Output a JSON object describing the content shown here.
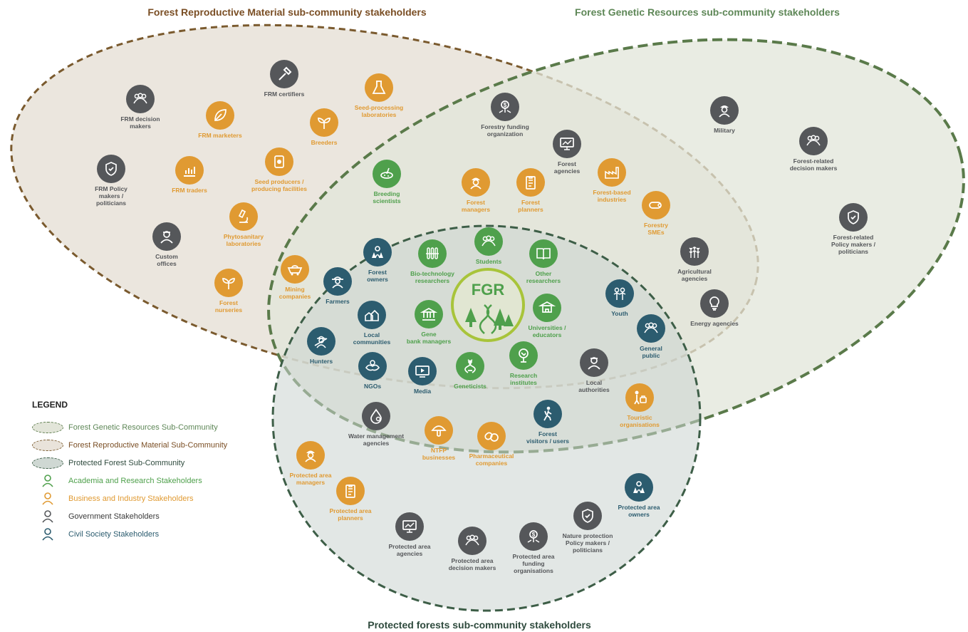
{
  "titles": {
    "frm": "Forest Reproductive Material sub-community stakeholders",
    "fgr": "Forest Genetic Resources sub-community stakeholders",
    "pf": "Protected forests sub-community stakeholders"
  },
  "center_label": "FGR",
  "colors": {
    "academia": "#4fa04c",
    "business": "#e09a32",
    "government": "#55575a",
    "civil": "#2c5c6f",
    "frm_border": "#7a5a2e",
    "fgr_border": "#5a7a4a",
    "pf_border": "#3d5e47",
    "frm_fill": "#e9e3da",
    "fgr_fill": "#e6e8df",
    "pf_fill": "#dfe5e3"
  },
  "legend": {
    "heading": "LEGEND",
    "fgr_community": "Forest Genetic Resources Sub-Community",
    "frm_community": "Forest Reproductive Material Sub-Community",
    "pf_community": "Protected Forest Sub-Community",
    "academia": "Academia and Research Stakeholders",
    "business": "Business and Industry Stakeholders",
    "government": "Government Stakeholders",
    "civil": "Civil Society Stakeholders"
  },
  "nodes": [
    {
      "id": "frm-certifiers",
      "label": "FRM certifiers",
      "cat": "grey",
      "icon": "hammer-icon"
    },
    {
      "id": "seed-processing",
      "label": "Seed-processing\nlaboratories",
      "cat": "orange",
      "icon": "lab-icon"
    },
    {
      "id": "frm-decision",
      "label": "FRM decision\nmakers",
      "cat": "grey",
      "icon": "people-icon"
    },
    {
      "id": "frm-marketers",
      "label": "FRM marketers",
      "cat": "orange",
      "icon": "leaf-icon"
    },
    {
      "id": "breeders",
      "label": "Breeders",
      "cat": "orange",
      "icon": "sprout-icon"
    },
    {
      "id": "frm-policy",
      "label": "FRM Policy\nmakers /\npoliticians",
      "cat": "grey",
      "icon": "shield-icon"
    },
    {
      "id": "frm-traders",
      "label": "FRM traders",
      "cat": "orange",
      "icon": "chart-icon"
    },
    {
      "id": "seed-producers",
      "label": "Seed producers /\nproducing facilities",
      "cat": "orange",
      "icon": "seed-icon"
    },
    {
      "id": "phytosanitary",
      "label": "Phytosanitary\nlaboratories",
      "cat": "orange",
      "icon": "microscope-icon"
    },
    {
      "id": "custom-offices",
      "label": "Custom\noffices",
      "cat": "grey",
      "icon": "officer-icon"
    },
    {
      "id": "forest-nurseries",
      "label": "Forest\nnurseries",
      "cat": "orange",
      "icon": "sprout-icon"
    },
    {
      "id": "mining",
      "label": "Mining\ncompanies",
      "cat": "orange",
      "icon": "cart-icon"
    },
    {
      "id": "forestry-funding",
      "label": "Forestry funding\norganization",
      "cat": "grey",
      "icon": "money-icon"
    },
    {
      "id": "forest-agencies",
      "label": "Forest\nagencies",
      "cat": "grey",
      "icon": "monitor-icon"
    },
    {
      "id": "military",
      "label": "Military",
      "cat": "grey",
      "icon": "soldier-icon"
    },
    {
      "id": "forest-related-decision",
      "label": "Forest-related\ndecision makers",
      "cat": "grey",
      "icon": "people-icon"
    },
    {
      "id": "forest-related-policy",
      "label": "Forest-related\nPolicy makers /\npoliticians",
      "cat": "grey",
      "icon": "shield-icon"
    },
    {
      "id": "breeding-scientists",
      "label": "Breeding\nscientists",
      "cat": "green",
      "icon": "dish-icon"
    },
    {
      "id": "forest-managers",
      "label": "Forest\nmanagers",
      "cat": "orange",
      "icon": "worker-icon"
    },
    {
      "id": "forest-planners",
      "label": "Forest\nplanners",
      "cat": "orange",
      "icon": "clipboard-icon"
    },
    {
      "id": "forest-based-industries",
      "label": "Forest-based\nindustries",
      "cat": "orange",
      "icon": "factory-icon"
    },
    {
      "id": "forestry-smes",
      "label": "Forestry\nSMEs",
      "cat": "orange",
      "icon": "log-icon"
    },
    {
      "id": "agricultural-agencies",
      "label": "Agricultural\nagencies",
      "cat": "grey",
      "icon": "wheat-icon"
    },
    {
      "id": "energy-agencies",
      "label": "Energy agencies",
      "cat": "grey",
      "icon": "bulb-icon"
    },
    {
      "id": "forest-owners",
      "label": "Forest\nowners",
      "cat": "teal",
      "icon": "owner-icon"
    },
    {
      "id": "biotech",
      "label": "Bio-technology\nresearchers",
      "cat": "green",
      "icon": "tubes-icon"
    },
    {
      "id": "students",
      "label": "Students",
      "cat": "green",
      "icon": "people-icon"
    },
    {
      "id": "other-researchers",
      "label": "Other\nresearchers",
      "cat": "green",
      "icon": "book-icon"
    },
    {
      "id": "farmers",
      "label": "Farmers",
      "cat": "teal",
      "icon": "farmer-icon"
    },
    {
      "id": "local-communities",
      "label": "Local\ncommunities",
      "cat": "teal",
      "icon": "houses-icon"
    },
    {
      "id": "gene-bank",
      "label": "Gene\nbank managers",
      "cat": "green",
      "icon": "bank-icon"
    },
    {
      "id": "universities",
      "label": "Universities /\neducators",
      "cat": "green",
      "icon": "university-icon"
    },
    {
      "id": "youth",
      "label": "Youth",
      "cat": "teal",
      "icon": "youth-icon"
    },
    {
      "id": "general-public",
      "label": "General\npublic",
      "cat": "teal",
      "icon": "people-icon"
    },
    {
      "id": "hunters",
      "label": "Hunters",
      "cat": "teal",
      "icon": "hunter-icon"
    },
    {
      "id": "ngos",
      "label": "NGOs",
      "cat": "teal",
      "icon": "hands-icon"
    },
    {
      "id": "media",
      "label": "Media",
      "cat": "teal",
      "icon": "media-icon"
    },
    {
      "id": "geneticists",
      "label": "Geneticists",
      "cat": "green",
      "icon": "dna-icon"
    },
    {
      "id": "research-institutes",
      "label": "Research\ninstitutes",
      "cat": "green",
      "icon": "tree-icon"
    },
    {
      "id": "local-authorities",
      "label": "Local\nauthorities",
      "cat": "grey",
      "icon": "officer-icon"
    },
    {
      "id": "touristic",
      "label": "Touristic\norganisations",
      "cat": "orange",
      "icon": "tourist-icon"
    },
    {
      "id": "water-management",
      "label": "Water management\nagencies",
      "cat": "grey",
      "icon": "drop-icon"
    },
    {
      "id": "ntfp",
      "label": "NTFP\nbusinesses",
      "cat": "orange",
      "icon": "mushroom-icon"
    },
    {
      "id": "pharmaceutical",
      "label": "Pharmaceutical\ncompanies",
      "cat": "orange",
      "icon": "pill-icon"
    },
    {
      "id": "forest-visitors",
      "label": "Forest\nvisitors / users",
      "cat": "teal",
      "icon": "hiker-icon"
    },
    {
      "id": "pa-managers",
      "label": "Protected area\nmanagers",
      "cat": "orange",
      "icon": "worker-icon"
    },
    {
      "id": "pa-planners",
      "label": "Protected area\nplanners",
      "cat": "orange",
      "icon": "clipboard-icon"
    },
    {
      "id": "pa-agencies",
      "label": "Protected area\nagencies",
      "cat": "grey",
      "icon": "monitor-icon"
    },
    {
      "id": "pa-decision",
      "label": "Protected area\ndecision makers",
      "cat": "grey",
      "icon": "people-icon"
    },
    {
      "id": "pa-funding",
      "label": "Protected area\nfunding\norganisations",
      "cat": "grey",
      "icon": "money-icon"
    },
    {
      "id": "nature-policy",
      "label": "Nature protection\nPolicy makers /\npoliticians",
      "cat": "grey",
      "icon": "shield-icon"
    },
    {
      "id": "pa-owners",
      "label": "Protected area\nowners",
      "cat": "teal",
      "icon": "owner-icon"
    }
  ]
}
